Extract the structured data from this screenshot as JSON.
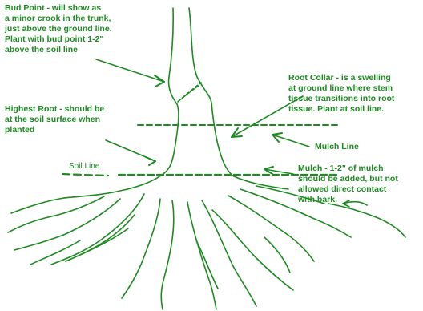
{
  "colors": {
    "ink": "#1e8a22",
    "background": "#ffffff"
  },
  "labels": {
    "bud_point": {
      "lines": [
        "Bud Point - will show as",
        "a minor crook in the trunk,",
        "just above the ground line.",
        "Plant with bud point 1-2\"",
        "above the soil line"
      ]
    },
    "root_collar": {
      "lines": [
        "Root Collar - is a swelling",
        "at ground line where stem",
        "tissue transitions into root",
        "tissue.  Plant at soil line."
      ]
    },
    "highest_root": {
      "lines": [
        "Highest Root - should be",
        "at the soil surface when",
        "planted"
      ]
    },
    "mulch_line": {
      "text": "Mulch Line"
    },
    "soil_line": {
      "text": "Soil Line"
    },
    "mulch": {
      "lines": [
        "Mulch - 1-2\" of mulch",
        "should be added, but not",
        "allowed direct contact",
        "with bark."
      ]
    }
  }
}
